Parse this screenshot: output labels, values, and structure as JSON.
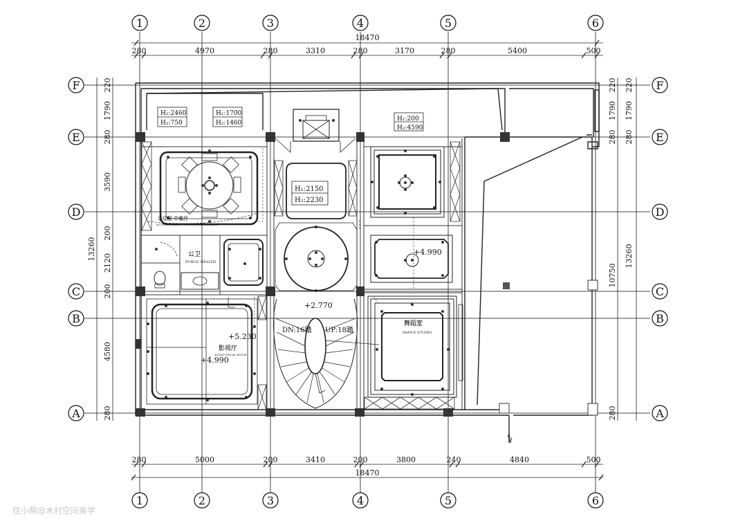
{
  "axes": {
    "numbers": [
      "1",
      "2",
      "3",
      "4",
      "5",
      "6"
    ],
    "letters": [
      "F",
      "E",
      "D",
      "C",
      "B",
      "A"
    ]
  },
  "dimensions": {
    "top_total": "18470",
    "top_segments": [
      "280",
      "4970",
      "280",
      "3310",
      "280",
      "3170",
      "280",
      "5400",
      "500"
    ],
    "bottom_total": "18470",
    "bottom_segments": [
      "280",
      "5000",
      "200",
      "3410",
      "200",
      "3800",
      "240",
      "4840",
      "500"
    ],
    "left_total": "13260",
    "left_segments": [
      "220",
      "1790",
      "280",
      "3590",
      "200",
      "2120",
      "200",
      "4580",
      "280"
    ],
    "right_total": "13260",
    "right_inner": "10750",
    "right_segments": [
      "220",
      "1790",
      "280",
      "280"
    ]
  },
  "ceiling_heights": {
    "box1": [
      "H₁:2460",
      "H₂:750"
    ],
    "box2": [
      "H₁:1700",
      "H₂:1460"
    ],
    "box3": [
      "H₁:200",
      "H₂:4590"
    ],
    "box4": [
      "H₁:2150",
      "H₂:2230"
    ]
  },
  "rooms": {
    "dining_cn": "活动室·中餐厅",
    "dining_en": "ACTIVITY AREA & CHINESE RESTAURANT",
    "bath_cn": "公卫",
    "bath_en": "PUBLIC HEALTH",
    "theater_cn": "影视厅",
    "theater_en": "AUDIO-VISUAL ROOM",
    "dance_cn": "舞蹈室",
    "dance_en": "DANCE STUDIO"
  },
  "levels": {
    "dance_ceiling": "+4.990",
    "stair_landing": "+2.770",
    "theater_upper": "+5.230",
    "theater_lower": "+4.990"
  },
  "stairs": {
    "down": "DN:16踏",
    "up": "UP:18踏"
  },
  "watermark": "住小帮@木村空间美学"
}
